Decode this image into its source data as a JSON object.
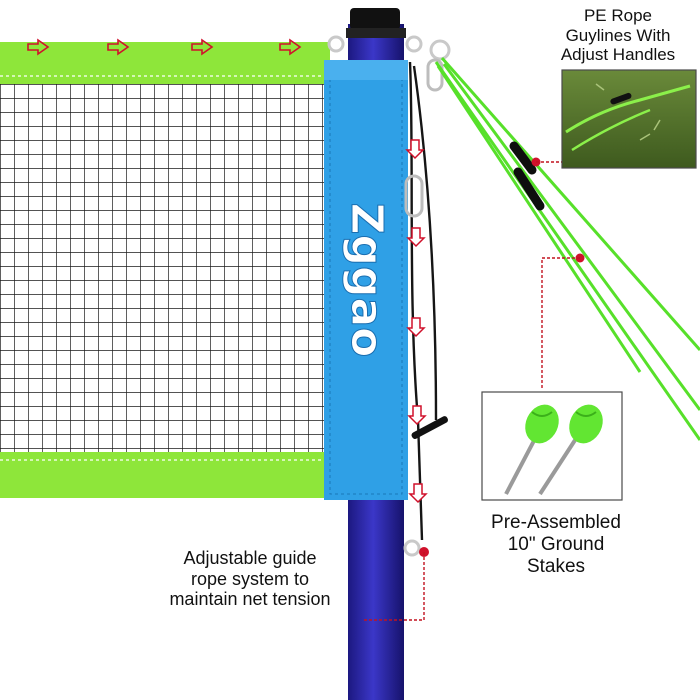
{
  "brand": {
    "name": "Zggao"
  },
  "callouts": {
    "guylines": {
      "line1": "PE Rope",
      "line2": "Guylines With",
      "line3": "Adjust Handles"
    },
    "stakes": {
      "line1": "Pre-Assembled",
      "line2": "10\" Ground",
      "line3": "Stakes"
    },
    "guide_rope": {
      "line1": "Adjustable guide",
      "line2": "rope system to",
      "line3": "maintain net tension"
    }
  },
  "colors": {
    "net_border": "#8ee63a",
    "pole": "#2d2aa8",
    "sleeve": "#2fa0e6",
    "marker": "#d0112b"
  }
}
